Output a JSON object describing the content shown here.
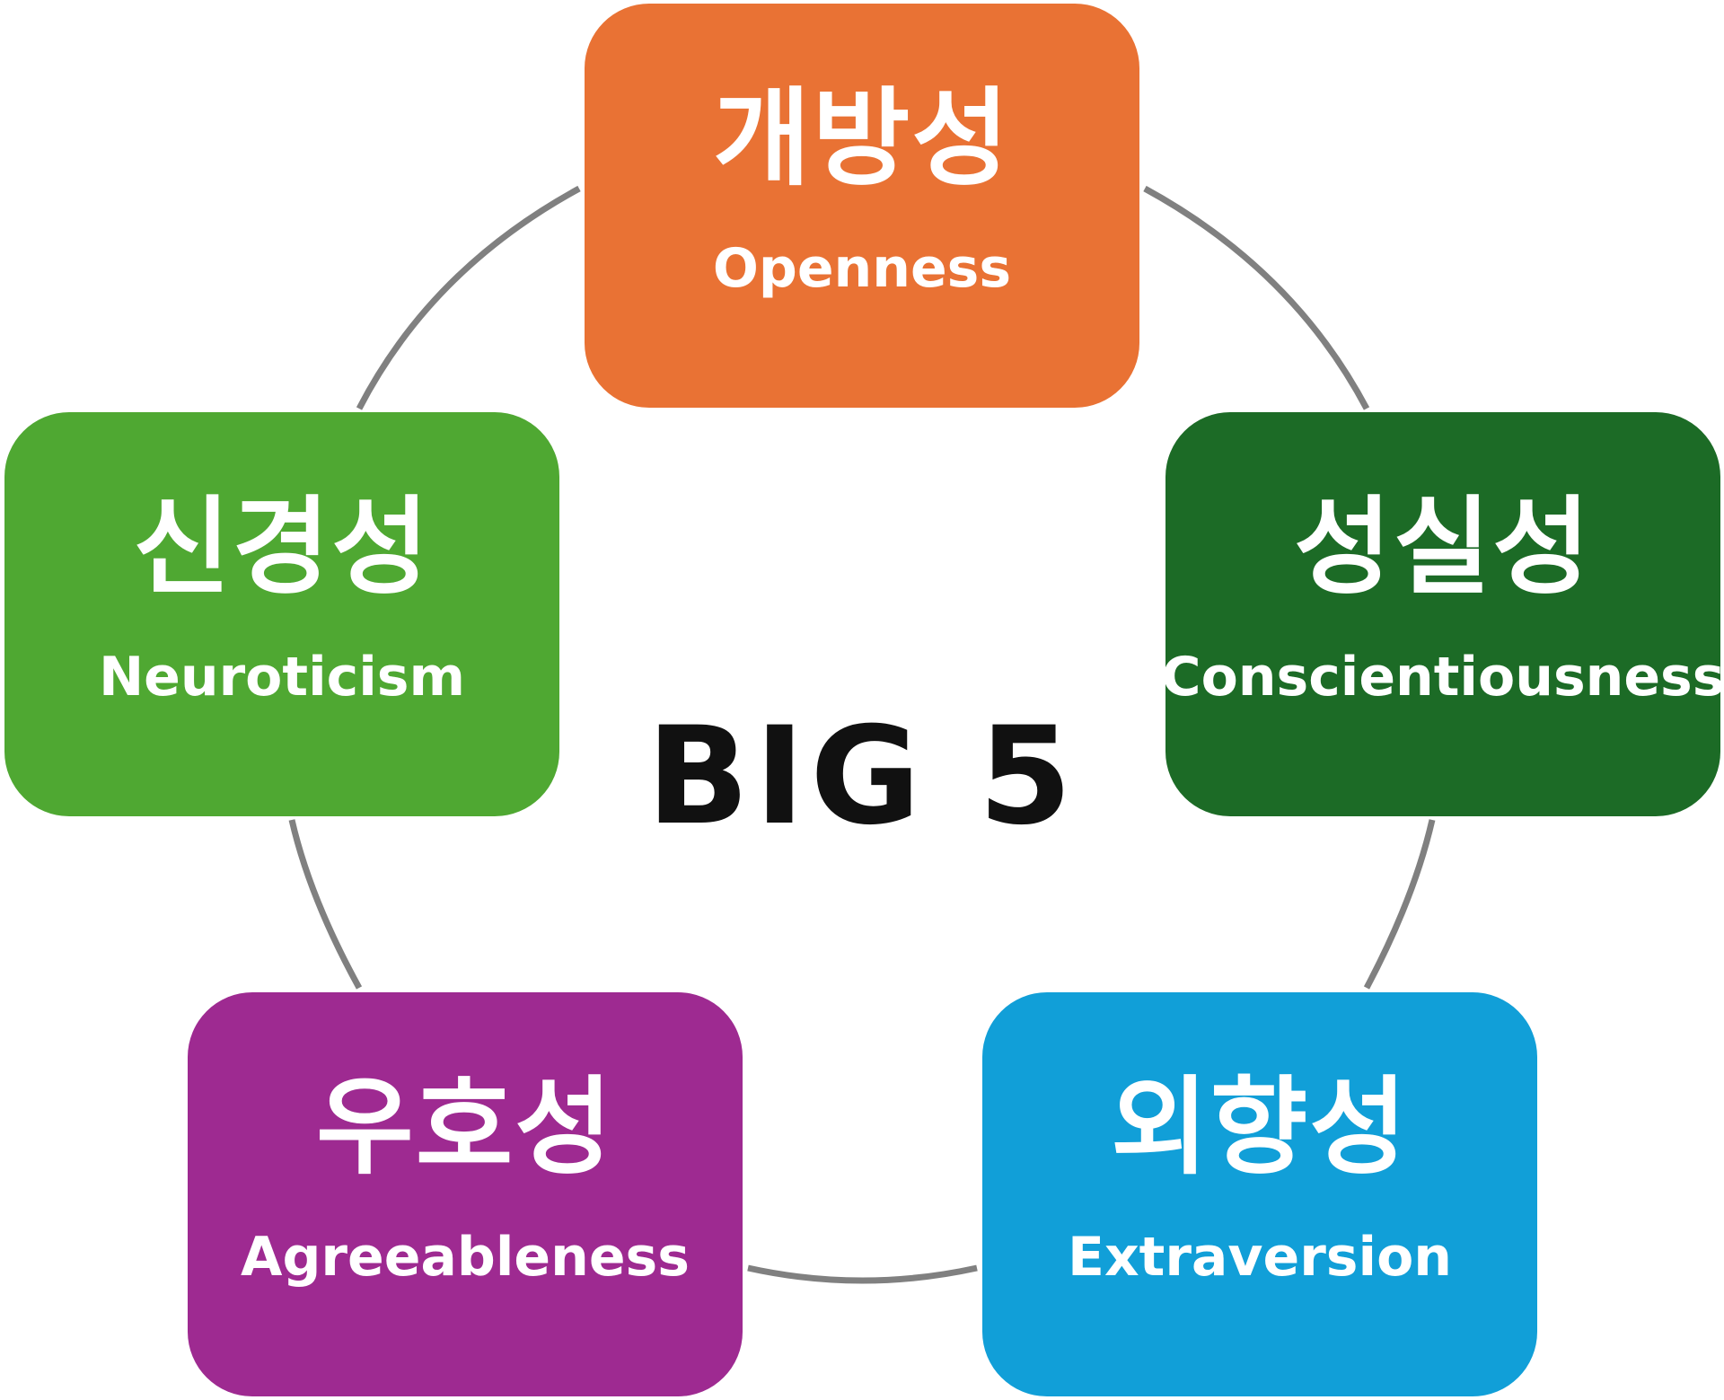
{
  "title": "BIG 5",
  "connector_color": "#808080",
  "traits": {
    "openness": {
      "korean": "개방성",
      "english": "Openness",
      "color": "#E97234"
    },
    "neuroticism": {
      "korean": "신경성",
      "english": "Neuroticism",
      "color": "#4FA832"
    },
    "conscientiousness": {
      "korean": "성실성",
      "english": "Conscientiousness",
      "color": "#1C6B26"
    },
    "agreeableness": {
      "korean": "우호성",
      "english": "Agreeableness",
      "color": "#9E2A91"
    },
    "extraversion": {
      "korean": "외향성",
      "english": "Extraversion",
      "color": "#119FD8"
    }
  }
}
